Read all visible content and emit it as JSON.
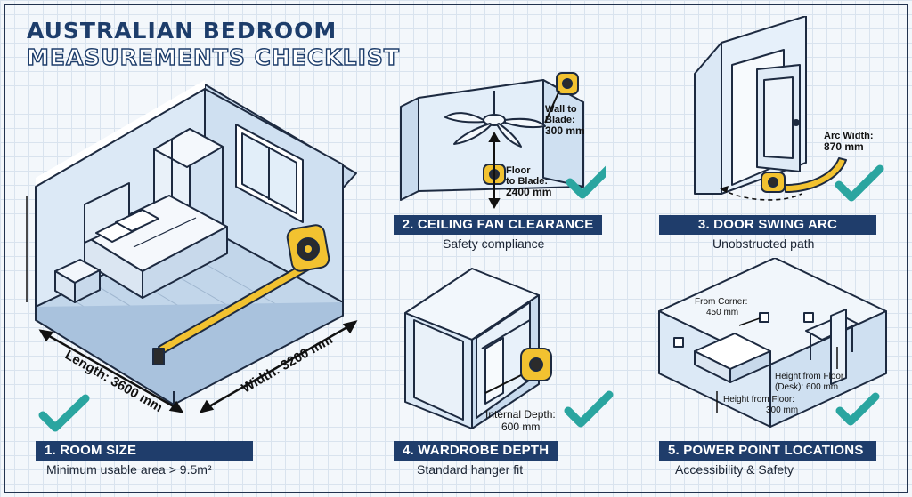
{
  "title": {
    "line1": "AUSTRALIAN BEDROOM",
    "line2": "MEASUREMENTS CHECKLIST"
  },
  "panels": [
    {
      "banner": "1. ROOM SIZE",
      "subtitle": "Minimum usable area > 9.5m²",
      "labels": {
        "length": "Length: 3600 mm",
        "width": "Width: 3200 mm"
      }
    },
    {
      "banner": "2. CEILING FAN CLEARANCE",
      "subtitle": "Safety compliance",
      "labels": {
        "wall_a": "Wall to",
        "wall_b": "Blade:",
        "wall_c": "300 mm",
        "floor_a": "Floor",
        "floor_b": "to Blade:",
        "floor_c": "2400 mm"
      }
    },
    {
      "banner": "3. DOOR SWING ARC",
      "subtitle": "Unobstructed path",
      "labels": {
        "arc_a": "Arc Width:",
        "arc_b": "870 mm"
      }
    },
    {
      "banner": "4. WARDROBE DEPTH",
      "subtitle": "Standard hanger fit",
      "labels": {
        "depth_a": "Internal Depth:",
        "depth_b": "600 mm"
      }
    },
    {
      "banner": "5. POWER POINT LOCATIONS",
      "subtitle": "Accessibility & Safety",
      "labels": {
        "corner_a": "From Corner:",
        "corner_b": "450 mm",
        "desk_a": "Height from Floor",
        "desk_b": "(Desk): 600 mm",
        "floor_a": "Height from Floor:",
        "floor_b": "300 mm"
      }
    }
  ],
  "colors": {
    "navy": "#1f3d6b",
    "wall": "#dce9f6",
    "check": "#2aa5a0",
    "tape": "#f2c230"
  }
}
